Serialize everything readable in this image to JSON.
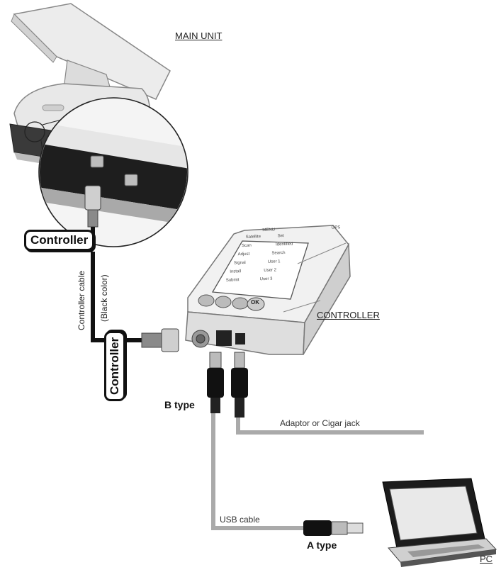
{
  "labels": {
    "main_unit": "MAIN UNIT",
    "controller": "CONTROLLER",
    "pc": "PC",
    "b_type": "B type",
    "a_type": "A type",
    "adaptor": "Adaptor or Cigar jack",
    "usb_cable": "USB cable",
    "controller_cable": "Controller cable",
    "black_color": "(Black color)",
    "controller_tag_1": "Controller",
    "controller_tag_2": "Controller"
  },
  "screen_items": {
    "top_left": "MENU",
    "top_right": "GPS",
    "rows": [
      [
        "Satellite",
        "Set"
      ],
      [
        "Scan",
        "Identified"
      ],
      [
        "Adjust",
        "Search"
      ],
      [
        "Signal",
        "User 1"
      ],
      [
        "Install",
        "User 2"
      ],
      [
        "Submit",
        "User 3"
      ]
    ],
    "ok_button": "OK"
  }
}
